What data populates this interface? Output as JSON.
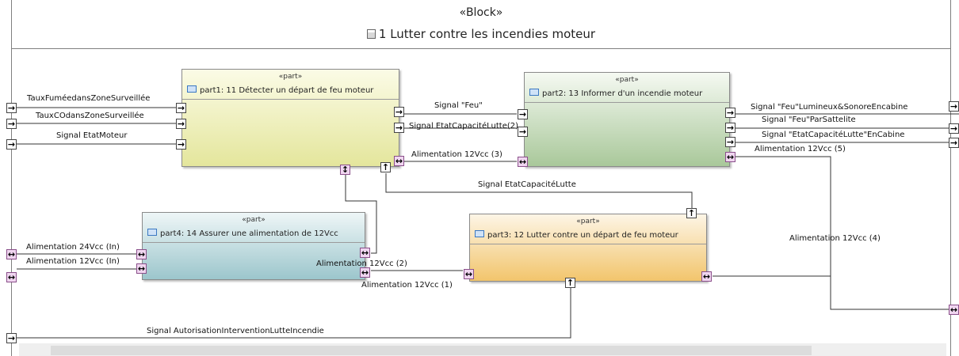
{
  "block": {
    "stereotype": "«Block»",
    "title": "1 Lutter contre les incendies moteur"
  },
  "parts": {
    "part1": {
      "stereotype": "«part»",
      "name": "part1: 11 Détecter un départ de feu moteur",
      "color": "#eef0b0"
    },
    "part2": {
      "stereotype": "«part»",
      "name": "part2: 13 Informer d'un incendie moteur",
      "color": "#cfe1c6"
    },
    "part3": {
      "stereotype": "«part»",
      "name": "part3: 12 Lutter contre un départ de feu moteur",
      "color": "#f9dba0"
    },
    "part4": {
      "stereotype": "«part»",
      "name": "part4: 14 Assurer une alimentation de 12Vcc",
      "color": "#c8e0e4"
    }
  },
  "flows": {
    "taux_fumee": "TauxFuméedansZoneSurveillée",
    "taux_co": "TauxCOdansZoneSurveillée",
    "signal_etat_moteur": "Signal EtatMoteur",
    "signal_feu": "Signal \"Feu\"",
    "signal_etat_capacite_lutte2": "Signal EtatCapacitéLutte(2)",
    "alim_12vcc_3": "Alimentation 12Vcc (3)",
    "signal_feu_lumineux": "Signal \"Feu\"Lumineux&SonoreEncabine",
    "signal_feu_satellite": "Signal \"Feu\"ParSattelite",
    "signal_etat_cabine": "Signal \"EtatCapacitéLutte\"EnCabine",
    "alim_12vcc_5": "Alimentation 12Vcc (5)",
    "signal_etat_capacite_lutte": "Signal EtatCapacitéLutte",
    "alim_24vcc_in": "Alimentation 24Vcc (In)",
    "alim_12vcc_in": "Alimentation 12Vcc (In)",
    "alim_12vcc_2": "Alimentation 12Vcc (2)",
    "alim_12vcc_1": "Alimentation 12Vcc (1)",
    "alim_12vcc_4": "Alimentation 12Vcc (4)",
    "signal_autorisation": "Signal AutorisationInterventionLutteIncendie"
  },
  "port_glyphs": {
    "in": "→",
    "out": "→",
    "inout": "↔",
    "up": "↑",
    "updown": "↕"
  }
}
